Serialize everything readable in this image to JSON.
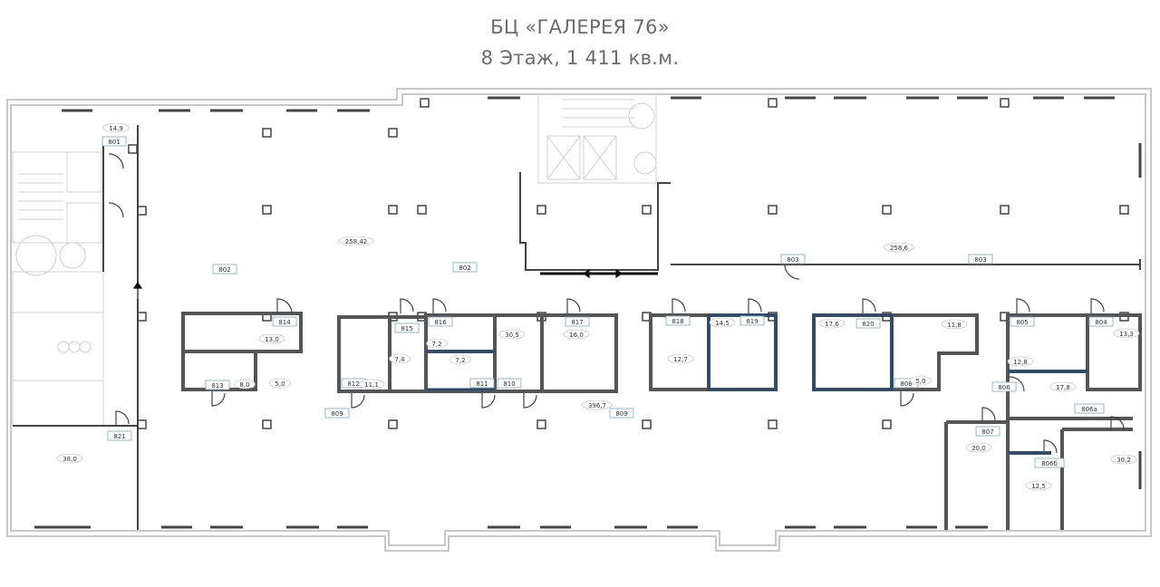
{
  "header": {
    "title": "БЦ «ГАЛЕРЕЯ 76»",
    "subtitle": "8 Этаж, 1 411 кв.м."
  },
  "colors": {
    "outer_wall": "#c8c8c8",
    "inner_wall": "#555555",
    "office_wall": "#2c4a6e",
    "label_border": "#7aa7c7",
    "text": "#333333"
  },
  "rooms": [
    {
      "id": "r801",
      "number": "801"
    },
    {
      "id": "r802a",
      "number": "802"
    },
    {
      "id": "r802b",
      "number": "802"
    },
    {
      "id": "r803a",
      "number": "803"
    },
    {
      "id": "r803b",
      "number": "803"
    },
    {
      "id": "r804",
      "number": "804"
    },
    {
      "id": "r805",
      "number": "805"
    },
    {
      "id": "r806",
      "number": "806"
    },
    {
      "id": "r806a",
      "number": "806а"
    },
    {
      "id": "r806b",
      "number": "806б"
    },
    {
      "id": "r807",
      "number": "807"
    },
    {
      "id": "r808",
      "number": "808"
    },
    {
      "id": "r809a",
      "number": "809"
    },
    {
      "id": "r809b",
      "number": "809"
    },
    {
      "id": "r810",
      "number": "810"
    },
    {
      "id": "r811",
      "number": "811"
    },
    {
      "id": "r812",
      "number": "812"
    },
    {
      "id": "r813",
      "number": "813"
    },
    {
      "id": "r814",
      "number": "814"
    },
    {
      "id": "r815",
      "number": "815"
    },
    {
      "id": "r816",
      "number": "816"
    },
    {
      "id": "r817",
      "number": "817"
    },
    {
      "id": "r818",
      "number": "818"
    },
    {
      "id": "r819",
      "number": "819"
    },
    {
      "id": "r820",
      "number": "820"
    },
    {
      "id": "r821",
      "number": "821"
    }
  ],
  "areas": [
    {
      "id": "a801",
      "value": "14,9"
    },
    {
      "id": "a802",
      "value": "258,42"
    },
    {
      "id": "a803",
      "value": "258,6"
    },
    {
      "id": "a814",
      "value": "13,0"
    },
    {
      "id": "a813",
      "value": "8,0"
    },
    {
      "id": "a_small5",
      "value": "5,0"
    },
    {
      "id": "a815",
      "value": "7,4"
    },
    {
      "id": "a816",
      "value": "7,2"
    },
    {
      "id": "a811",
      "value": "7,2"
    },
    {
      "id": "a812",
      "value": "11,1"
    },
    {
      "id": "a810",
      "value": "30,5"
    },
    {
      "id": "a817",
      "value": "16,0"
    },
    {
      "id": "a809",
      "value": "396,7"
    },
    {
      "id": "a818",
      "value": "12,7"
    },
    {
      "id": "a819",
      "value": "14,5"
    },
    {
      "id": "a820",
      "value": "17,6"
    },
    {
      "id": "a808",
      "value": "11,8"
    },
    {
      "id": "a808b",
      "value": "5,0"
    },
    {
      "id": "a805",
      "value": "12,8"
    },
    {
      "id": "a804",
      "value": "13,3"
    },
    {
      "id": "a806",
      "value": "17,8"
    },
    {
      "id": "a807",
      "value": "20,0"
    },
    {
      "id": "a806b",
      "value": "12,5"
    },
    {
      "id": "a806a",
      "value": "30,2"
    },
    {
      "id": "a821",
      "value": "38,0"
    }
  ]
}
